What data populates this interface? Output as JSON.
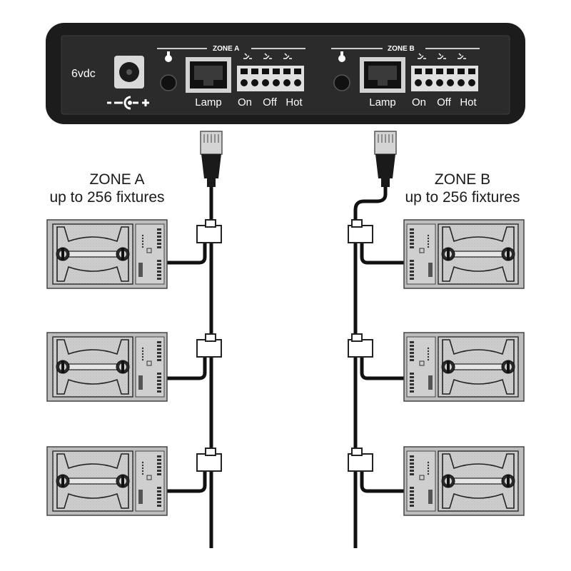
{
  "controller": {
    "voltage_label": "6vdc",
    "polarity_label": "-–◐+",
    "zone_a_header": "ZONE A",
    "zone_b_header": "ZONE B",
    "zone_a_ports": {
      "lamp": "Lamp",
      "on": "On",
      "off": "Off",
      "hot": "Hot"
    },
    "zone_b_ports": {
      "lamp": "Lamp",
      "on": "On",
      "off": "Off",
      "hot": "Hot"
    }
  },
  "zones": {
    "a": {
      "title": "ZONE A",
      "subtitle": "up to 256 fixtures",
      "fixtures_shown": 3
    },
    "b": {
      "title": "ZONE B",
      "subtitle": "up to 256 fixtures",
      "fixtures_shown": 3
    }
  },
  "icons": {
    "power_jack": "dc-jack-icon",
    "mount_hole": "keyhole-icon",
    "rj45_port": "rj45-port-icon",
    "terminal_block": "screw-terminal-icon",
    "switch_symbol": "switch-icon",
    "plug": "rj45-plug-icon",
    "splitter": "cable-splitter-icon",
    "fixture": "light-fixture-icon"
  },
  "colors": {
    "controller_body": "#1c1c1c",
    "panel": "#2b2b2b",
    "cable": "#111111",
    "fixture_fill": "#d2d2d2",
    "text_dark": "#1a1a1a"
  }
}
